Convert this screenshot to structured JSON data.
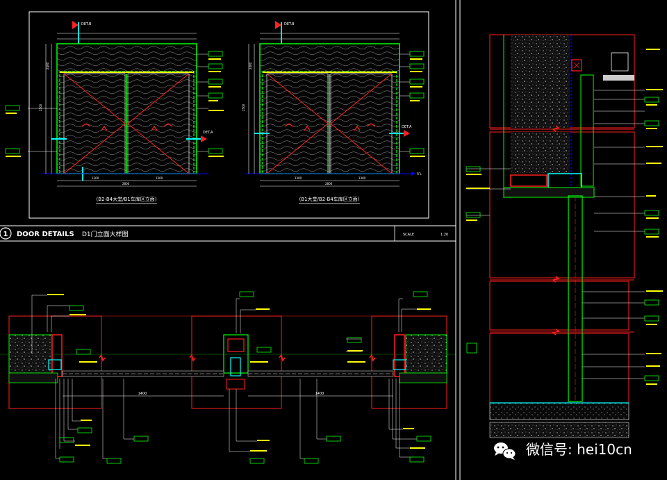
{
  "drawing": {
    "sheet_title": "DOOR DETAILS",
    "sheet_number": "1",
    "sheet_subtitle": "D1门立面大样图",
    "scale_label": "SCALE",
    "scale_value": "1:20"
  },
  "elevations": {
    "left": {
      "caption": "(B2-B4大堂/B1车库区立面)",
      "section_tag_top": "DET.B",
      "section_tag_right": "DET.A",
      "width_dim": "2800",
      "leaf_dims": [
        "1300",
        "1300"
      ],
      "height_dims": [
        "2500",
        "2400"
      ]
    },
    "right": {
      "caption": "(B1大堂/B2-B4车库区立面)",
      "section_tag_top": "DET.B",
      "section_tag_right": "DET.A",
      "width_dim": "2800",
      "leaf_dims": [
        "1300",
        "1300"
      ],
      "height_dims": [
        "2500",
        "2400"
      ],
      "level_mark": "FFL"
    }
  },
  "plan_dims": {
    "left_opening": "1400",
    "right_opening": "1400"
  },
  "watermark": {
    "icon": "wechat-icon",
    "text": "微信号: hei10cn"
  },
  "colors": {
    "background": "#000000",
    "frame": "#ffffff",
    "wall": "#00ff00",
    "door": "#ff2020",
    "annotation": "#ffff00",
    "section": "#00ffff",
    "hatch": "#dddddd"
  }
}
